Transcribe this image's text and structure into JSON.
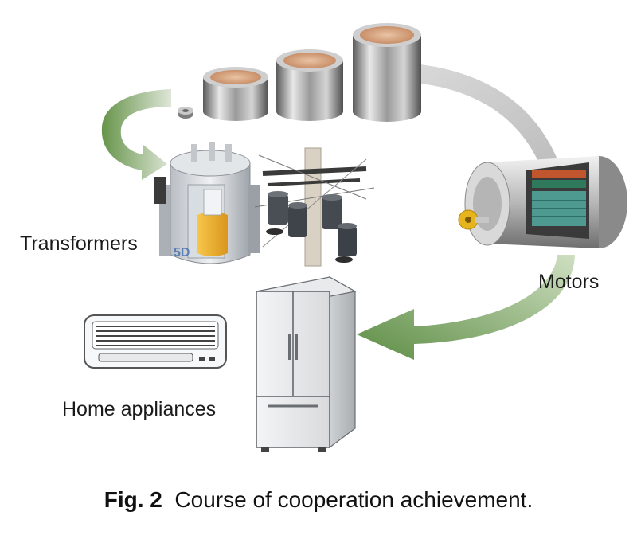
{
  "labels": {
    "transformers": "Transformers",
    "motors": "Motors",
    "home_appliances": "Home appliances"
  },
  "caption": {
    "figure_number": "Fig. 2",
    "text": "Course of cooperation achievement."
  },
  "equipment": {
    "transformer_plate": "5D"
  },
  "icons": {
    "core_rings": "toroidal-core-icon",
    "transformer": "transformer-icon",
    "utility_pole": "utility-pole-icon",
    "motor": "motor-icon",
    "air_conditioner": "air-conditioner-icon",
    "refrigerator": "refrigerator-icon"
  },
  "colors": {
    "arrow_green": "#6f9a55",
    "arrow_gray": "#c8c8c8",
    "core_metal": "#8d8d8d",
    "core_inner": "#d6a886",
    "transformer_yellow": "#f0b52c",
    "motor_copper": "#c0552e"
  }
}
